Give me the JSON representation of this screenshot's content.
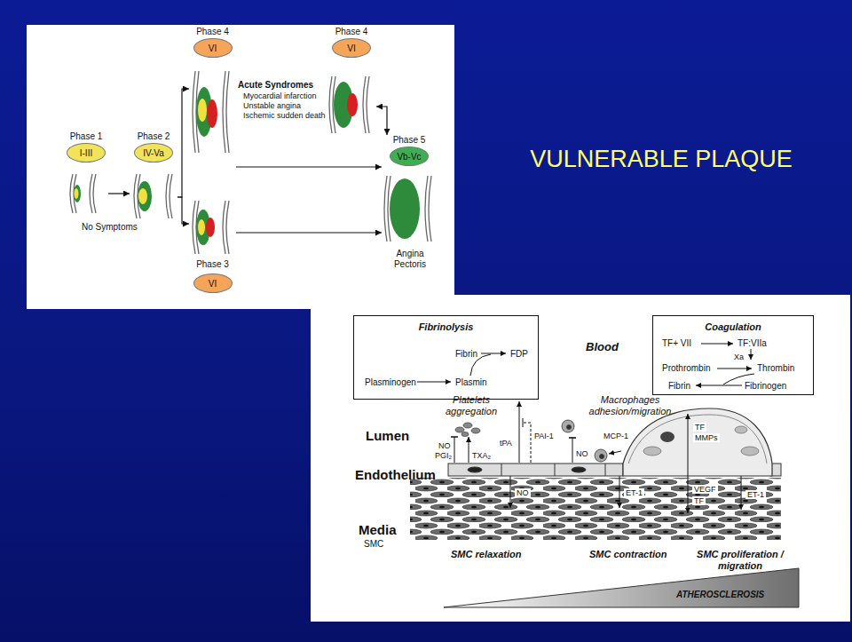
{
  "diagram": {
    "title": "VULNERABLE PLAQUE",
    "nodes": [
      {
        "text": [
          "Phase 1",
          "I-III"
        ]
      },
      {
        "text": [
          "Phase 2",
          "IV-Va"
        ]
      },
      {
        "text": [
          "Phase 4",
          "VI"
        ]
      },
      {
        "text": [
          "Phase 4",
          "VI"
        ]
      },
      {
        "text": [
          "Phase 5",
          "Vb-Vc"
        ]
      },
      {
        "text": [
          "Phase 3",
          "VI"
        ]
      },
      {
        "text": [
          "Fibrinolysis",
          "Fibrin",
          "FDP",
          "Plasminogen",
          "Plasmin"
        ]
      },
      {
        "text": [
          "Coagulation",
          "TF+ VII",
          "TF:VIIa",
          "Xa",
          "Prothrombin",
          "Thrombin",
          "Fibrin",
          "Fibrinogen"
        ]
      }
    ],
    "edges": [
      {
        "from": 0,
        "to": 1,
        "arrow": "to"
      },
      {
        "from": 1,
        "to": 2,
        "arrow": "to"
      },
      {
        "from": 1,
        "to": 5,
        "arrow": "to"
      },
      {
        "from": 2,
        "to": 4,
        "arrow": "to"
      },
      {
        "from": 5,
        "to": 4,
        "arrow": "to"
      },
      {
        "from": 3,
        "to": 4,
        "arrow": "both"
      }
    ],
    "labels": [
      "No Symptoms",
      "Acute Syndromes",
      "Myocardial infarction",
      "Unstable angina",
      "Ischemic sudden death",
      "Angina Pectoris",
      "Blood",
      "Lumen",
      "Platelets aggregation",
      "Macrophages adhesion/migration",
      "NO",
      "PGI₂",
      "TXA₂",
      "tPA",
      "PAI-1",
      "NO",
      "MCP-1",
      "TF",
      "MMPs",
      "Endothelium",
      "Media",
      "SMC",
      "NO",
      "ET-1",
      "VEGF",
      "TF",
      "ET-1",
      "SMC relaxation",
      "SMC contraction",
      "SMC proliferation / migration",
      "ATHEROSCLEROSIS"
    ]
  }
}
